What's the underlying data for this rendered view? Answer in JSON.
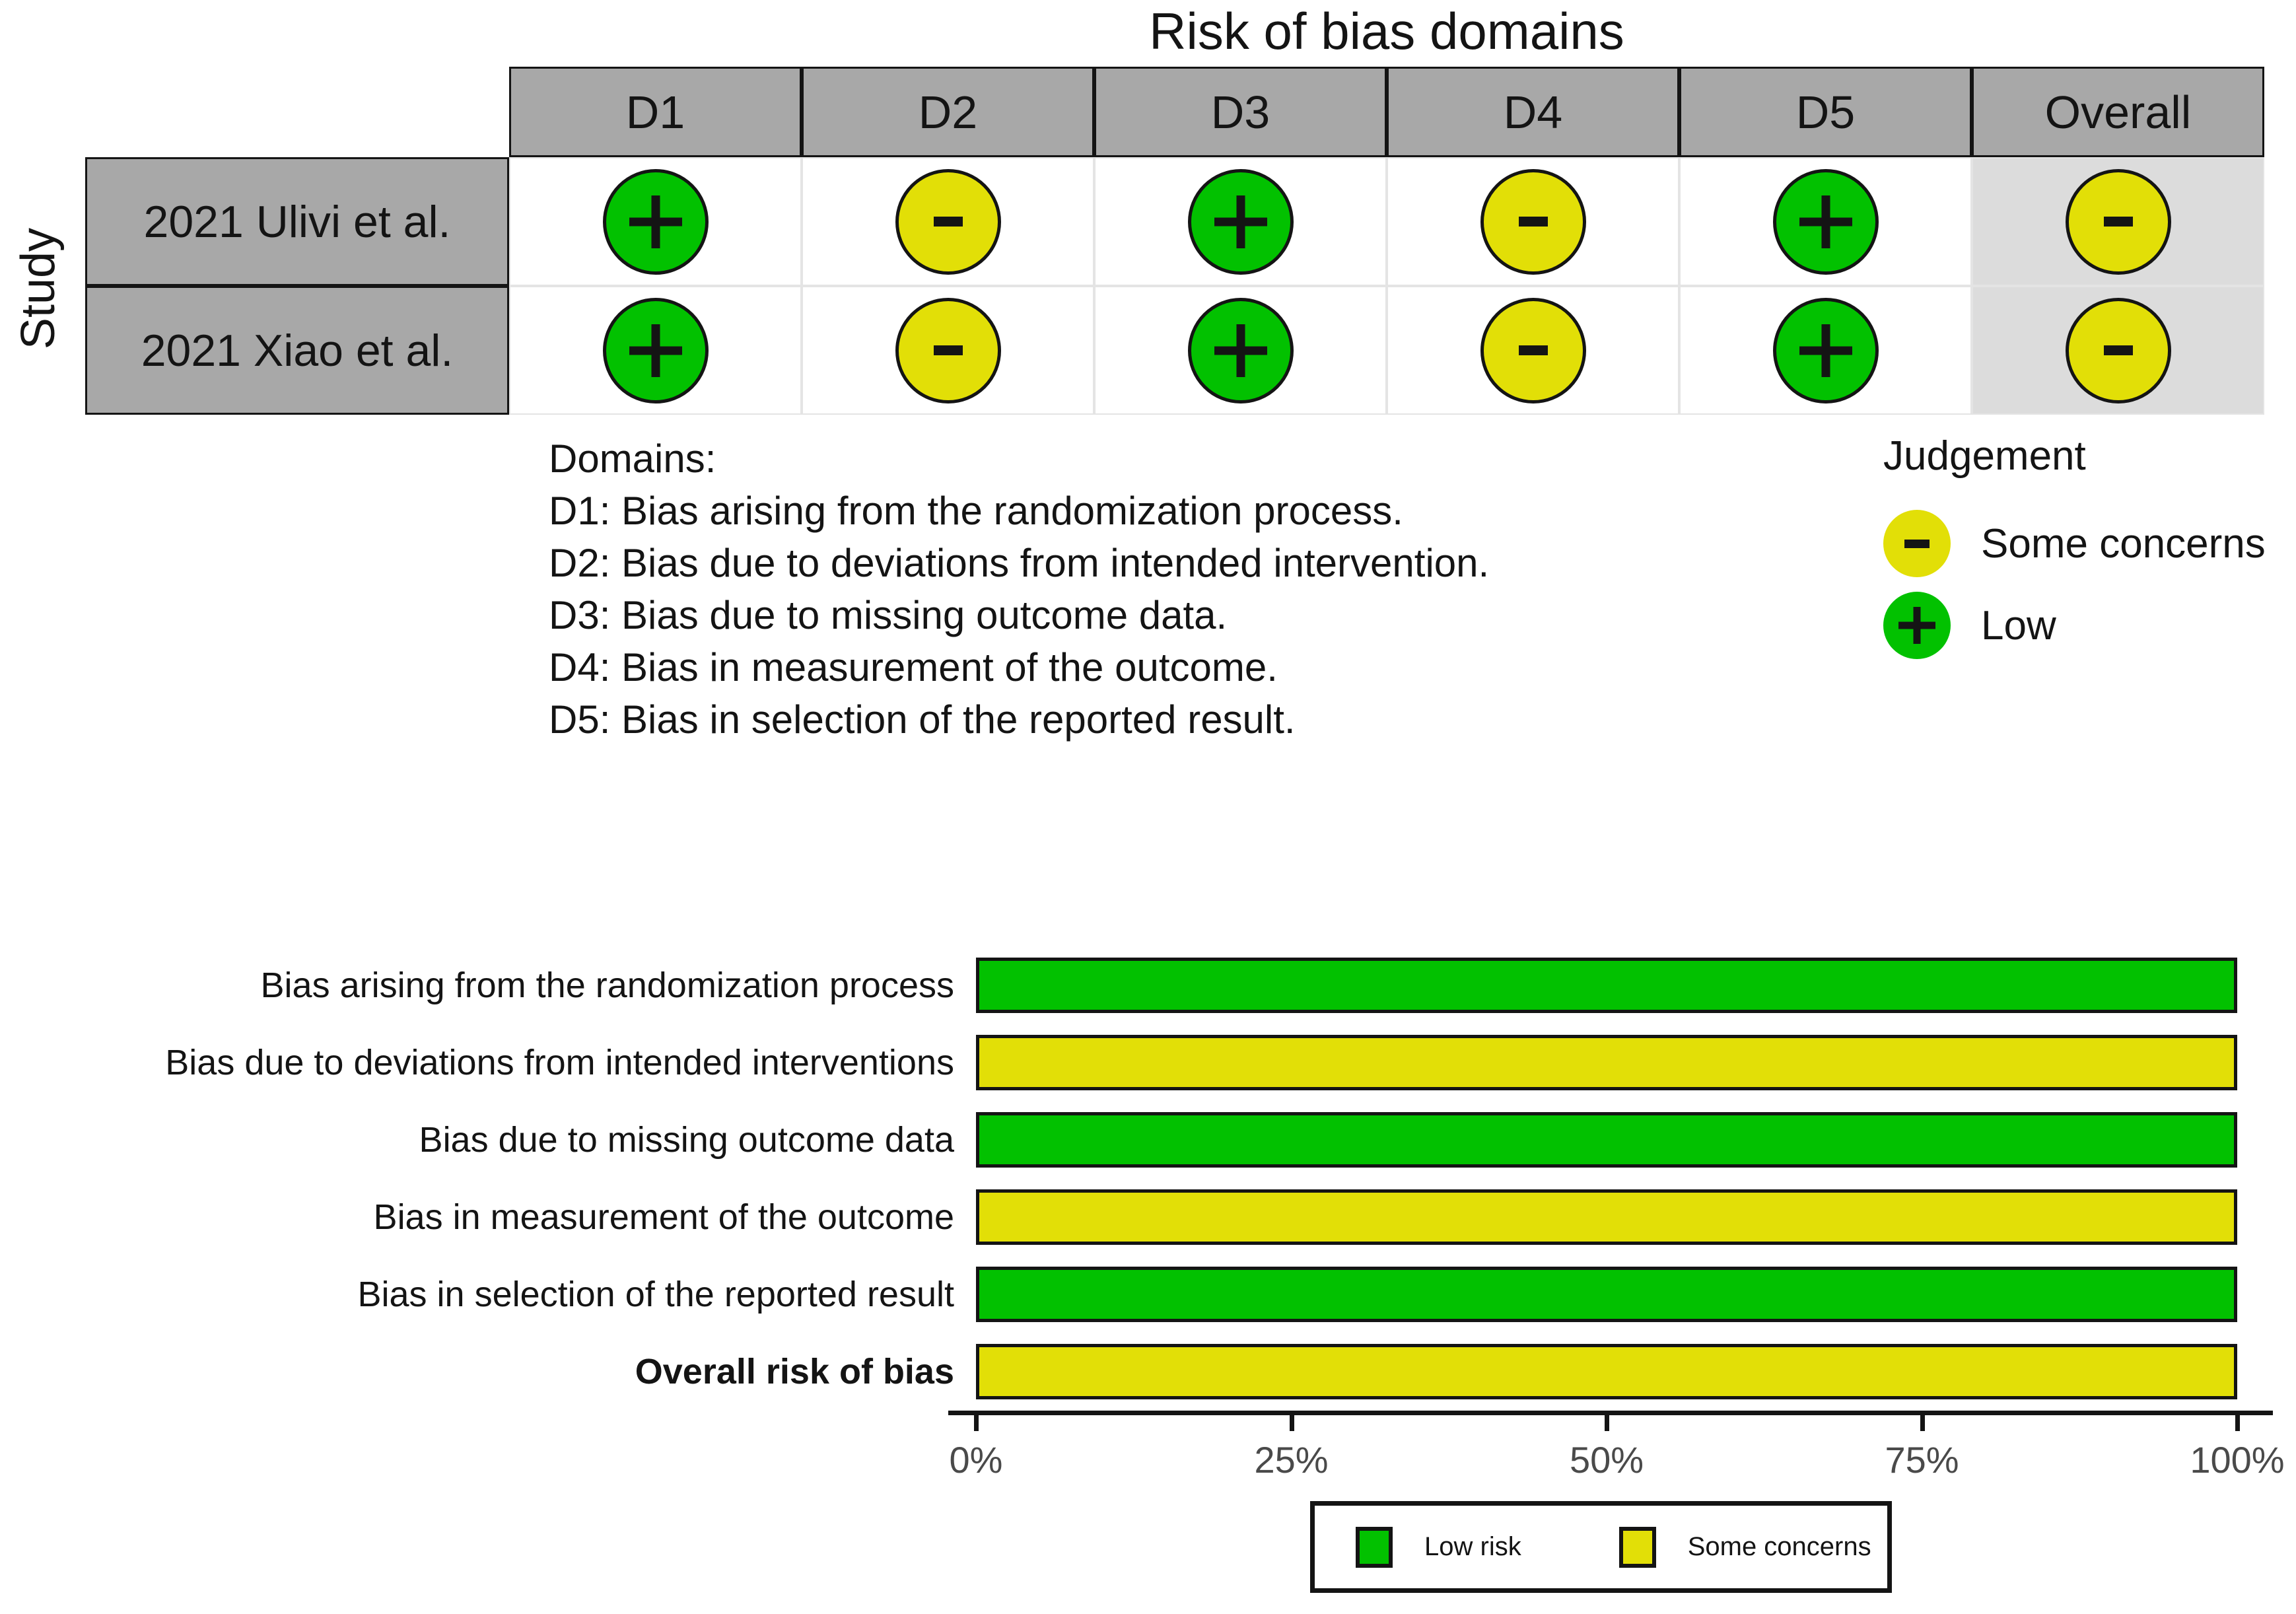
{
  "traffic_light": {
    "title": "Risk of bias domains",
    "y_axis_label": "Study",
    "columns": [
      "D1",
      "D2",
      "D3",
      "D4",
      "D5",
      "Overall"
    ],
    "studies": [
      {
        "label": "2021 Ulivi et al.",
        "judgements": [
          "low",
          "some_concerns",
          "low",
          "some_concerns",
          "low",
          "some_concerns"
        ]
      },
      {
        "label": "2021 Xiao et al.",
        "judgements": [
          "low",
          "some_concerns",
          "low",
          "some_concerns",
          "low",
          "some_concerns"
        ]
      }
    ],
    "symbols": {
      "low": "+",
      "some_concerns": "-"
    }
  },
  "domains_note": {
    "heading": "Domains:",
    "items": [
      "D1: Bias arising from the randomization process.",
      "D2: Bias due to deviations from intended intervention.",
      "D3: Bias due to missing outcome data.",
      "D4: Bias in measurement of the outcome.",
      "D5: Bias in selection of the reported result."
    ]
  },
  "judgement_legend": {
    "title": "Judgement",
    "items": [
      {
        "judgement": "some_concerns",
        "label": "Some concerns"
      },
      {
        "judgement": "low",
        "label": "Low"
      }
    ]
  },
  "chart_data": [
    {
      "type": "table",
      "title": "Risk of bias domains",
      "row_axis_label": "Study",
      "columns": [
        "D1",
        "D2",
        "D3",
        "D4",
        "D5",
        "Overall"
      ],
      "rows": [
        "2021 Ulivi et al.",
        "2021 Xiao et al."
      ],
      "values": [
        [
          "Low",
          "Some concerns",
          "Low",
          "Some concerns",
          "Low",
          "Some concerns"
        ],
        [
          "Low",
          "Some concerns",
          "Low",
          "Some concerns",
          "Low",
          "Some concerns"
        ]
      ]
    },
    {
      "type": "bar",
      "orientation": "horizontal",
      "stacked": true,
      "categories": [
        "Bias arising from the randomization process",
        "Bias due to deviations from intended interventions",
        "Bias due to missing outcome data",
        "Bias in measurement of the outcome",
        "Bias in selection of the reported result",
        "Overall risk of bias"
      ],
      "series": [
        {
          "name": "Low risk",
          "values": [
            100,
            0,
            100,
            0,
            100,
            0
          ]
        },
        {
          "name": "Some concerns",
          "values": [
            0,
            100,
            0,
            100,
            0,
            100
          ]
        }
      ],
      "x_ticks": [
        "0%",
        "25%",
        "50%",
        "75%",
        "100%"
      ],
      "xlim": [
        0,
        100
      ],
      "grid": false,
      "legend_position": "bottom"
    }
  ],
  "bar_legend": {
    "items": [
      {
        "judgement": "low",
        "label": "Low risk"
      },
      {
        "judgement": "some_concerns",
        "label": "Some concerns"
      }
    ]
  },
  "colors": {
    "low": "#02c100",
    "some_concerns": "#e2df07",
    "header_fill": "#a8a8a8",
    "overall_column_fill": "#dcdcdc",
    "cell_border": "#e4e4e4",
    "tick_text": "#4a4a4a"
  }
}
